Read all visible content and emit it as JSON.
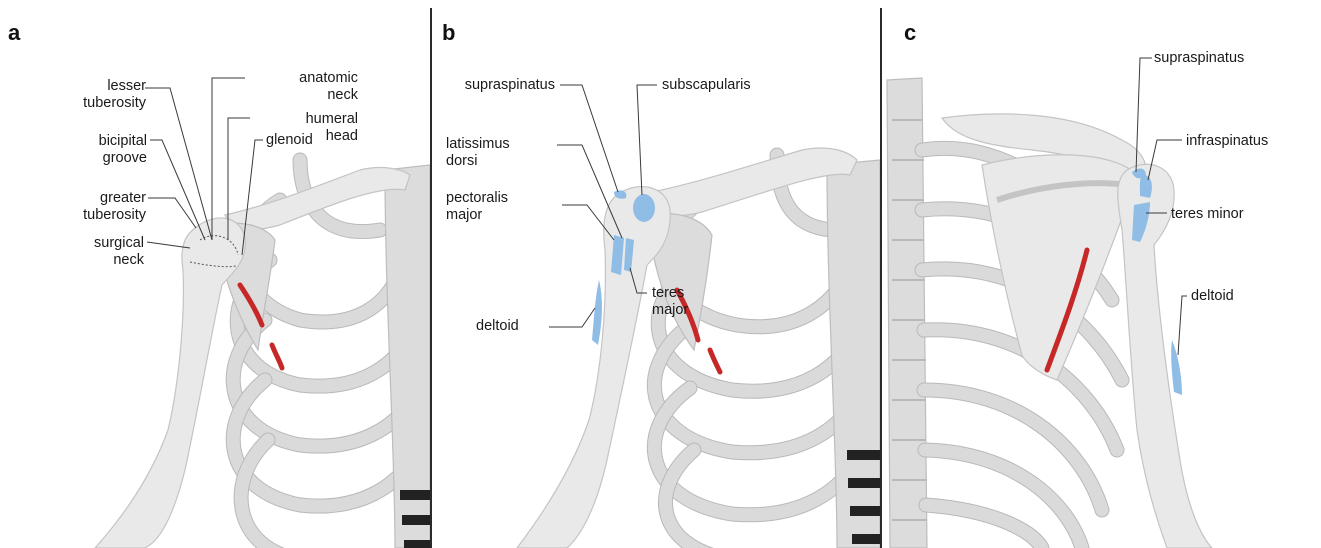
{
  "colors": {
    "muscle_attachment": "#8fbde6",
    "highlight": "#c62828",
    "bone": "#e9e9e9"
  },
  "panels": [
    {
      "letter": "a",
      "labels": {
        "lesser_tuberosity": [
          "lesser",
          "tuberosity"
        ],
        "anatomic_neck": [
          "anatomic",
          "neck"
        ],
        "humeral_head": [
          "humeral",
          "head"
        ],
        "bicipital_groove": [
          "bicipital",
          "groove"
        ],
        "glenoid": [
          "glenoid"
        ],
        "greater_tuberosity": [
          "greater",
          "tuberosity"
        ],
        "surgical_neck": [
          "surgical",
          "neck"
        ]
      }
    },
    {
      "letter": "b",
      "labels": {
        "supraspinatus": [
          "supraspinatus"
        ],
        "subscapularis": [
          "subscapularis"
        ],
        "latissimus_dorsi": [
          "latissimus",
          "dorsi"
        ],
        "pectoralis_major": [
          "pectoralis",
          "major"
        ],
        "teres_major": [
          "teres",
          "major"
        ],
        "deltoid": [
          "deltoid"
        ]
      }
    },
    {
      "letter": "c",
      "labels": {
        "supraspinatus": [
          "supraspinatus"
        ],
        "infraspinatus": [
          "infraspinatus"
        ],
        "teres_minor": [
          "teres minor"
        ],
        "deltoid": [
          "deltoid"
        ]
      }
    }
  ]
}
